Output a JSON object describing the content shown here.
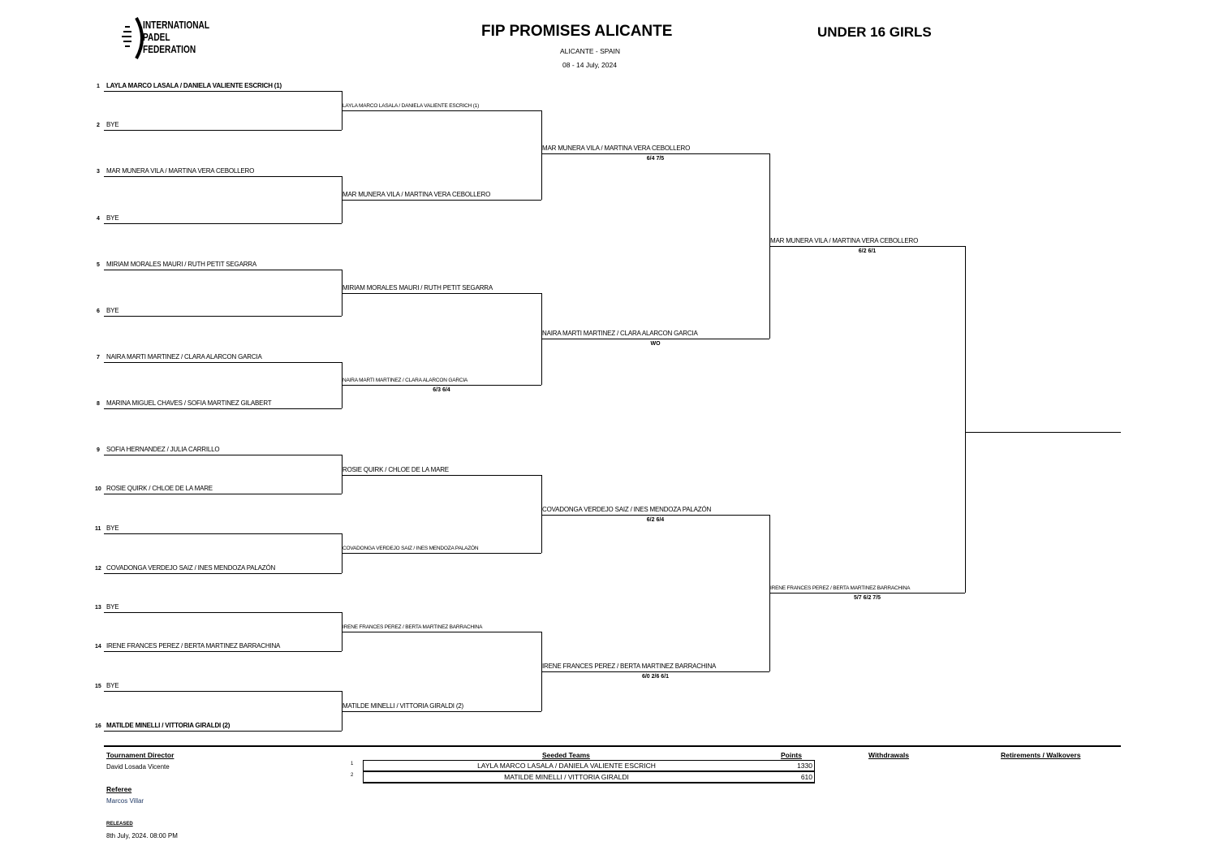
{
  "logo": {
    "lines": [
      "INTERNATIONAL",
      "PADEL",
      "FEDERATION"
    ]
  },
  "header": {
    "title": "FIP PROMISES ALICANTE",
    "category": "UNDER 16 GIRLS",
    "location": "ALICANTE - SPAIN",
    "dates": "08 - 14 July, 2024"
  },
  "rounds": [
    [
      {
        "seed": "1",
        "text": "LAYLA MARCO LASALA / DANIELA VALIENTE ESCRICH (1)",
        "bold": true
      },
      {
        "seed": "2",
        "text": "BYE"
      },
      {
        "seed": "3",
        "text": "MAR MUNERA VILA / MARTINA VERA CEBOLLERO"
      },
      {
        "seed": "4",
        "text": "BYE"
      },
      {
        "seed": "5",
        "text": "MIRIAM MORALES MAURI / RUTH PETIT SEGARRA"
      },
      {
        "seed": "6",
        "text": "BYE"
      },
      {
        "seed": "7",
        "text": "NAIRA MARTI MARTINEZ / CLARA ALARCON GARCIA"
      },
      {
        "seed": "8",
        "text": "MARINA MIGUEL CHAVES / SOFIA MARTINEZ GILABERT"
      },
      {
        "seed": "9",
        "text": "SOFIA HERNANDEZ / JULIA CARRILLO"
      },
      {
        "seed": "10",
        "text": "ROSIE QUIRK / CHLOE DE LA MARE"
      },
      {
        "seed": "11",
        "text": "BYE"
      },
      {
        "seed": "12",
        "text": "COVADONGA VERDEJO SAIZ / INES MENDOZA PALAZÓN"
      },
      {
        "seed": "13",
        "text": "BYE"
      },
      {
        "seed": "14",
        "text": "IRENE FRANCES PEREZ / BERTA MARTINEZ BARRACHINA"
      },
      {
        "seed": "15",
        "text": "BYE"
      },
      {
        "seed": "16",
        "text": "MATILDE MINELLI / VITTORIA GIRALDI (2)",
        "bold": true
      }
    ],
    [
      {
        "text": "LAYLA MARCO LASALA / DANIELA VALIENTE ESCRICH (1)",
        "small": true
      },
      {
        "text": "MAR MUNERA VILA / MARTINA VERA CEBOLLERO"
      },
      {
        "text": "MIRIAM MORALES MAURI / RUTH PETIT SEGARRA"
      },
      {
        "text": "NAIRA MARTI MARTINEZ / CLARA ALARCON GARCIA",
        "small": true,
        "score": "6/3 6/4"
      },
      {
        "text": "ROSIE QUIRK / CHLOE DE LA MARE"
      },
      {
        "text": "COVADONGA VERDEJO SAIZ / INES MENDOZA PALAZÓN",
        "small": true
      },
      {
        "text": "IRENE FRANCES PEREZ / BERTA MARTINEZ BARRACHINA",
        "small": true
      },
      {
        "text": "MATILDE MINELLI / VITTORIA GIRALDI (2)"
      }
    ],
    [
      {
        "text": "MAR MUNERA VILA / MARTINA VERA CEBOLLERO",
        "score": "6/4 7/5"
      },
      {
        "text": "NAIRA MARTI MARTINEZ / CLARA ALARCON GARCIA",
        "score": "WO"
      },
      {
        "text": "COVADONGA VERDEJO SAIZ / INES MENDOZA PALAZÓN",
        "score": "6/2 6/4"
      },
      {
        "text": "IRENE FRANCES PEREZ / BERTA MARTINEZ BARRACHINA",
        "score": "6/0 2/6 6/1"
      }
    ],
    [
      {
        "text": "MAR MUNERA VILA / MARTINA VERA CEBOLLERO",
        "score": "6/2 6/1"
      },
      {
        "text": "IRENE FRANCES PEREZ / BERTA MARTINEZ BARRACHINA",
        "small": true,
        "score": "5/7 6/2 7/5"
      }
    ],
    [
      {
        "text": ""
      }
    ]
  ],
  "footer": {
    "director_label": "Tournament Director",
    "director": "David Losada Vicente",
    "referee_label": "Referee",
    "referee": "Marcos Villar",
    "released_label": "RELEASED",
    "released": "8th July, 2024. 08:00 PM",
    "seeded_label": "Seeded Teams",
    "points_label": "Points",
    "withdrawals_label": "Withdrawals",
    "retirements_label": "Retirements / Walkovers",
    "seeds": [
      {
        "n": "1",
        "team": "LAYLA MARCO LASALA / DANIELA VALIENTE ESCRICH",
        "points": "1330"
      },
      {
        "n": "2",
        "team": "MATILDE MINELLI / VITTORIA GIRALDI",
        "points": "610"
      }
    ]
  },
  "colors": {
    "referee": "#1f3864"
  }
}
